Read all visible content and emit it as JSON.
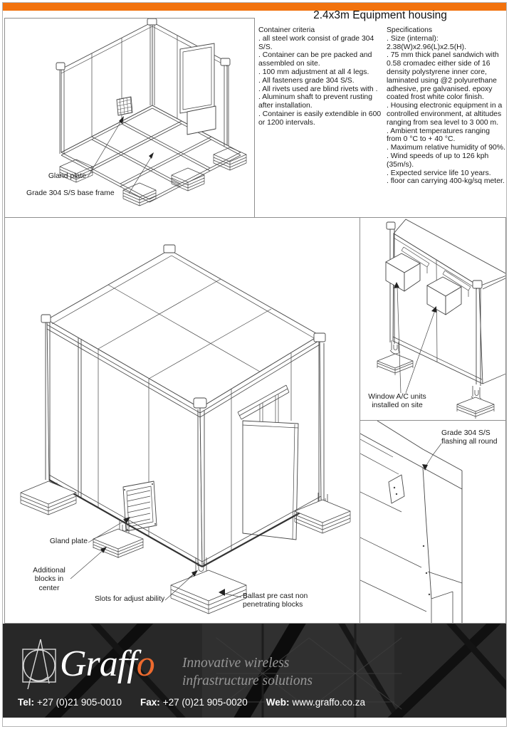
{
  "page": {
    "title": "2.4x3m Equipment housing"
  },
  "criteria": {
    "heading": "Container criteria",
    "items": [
      ". all steel work consist of grade 304 S/S.",
      ". Container can be pre packed and assembled on site.",
      ". 100 mm adjustment at all 4 legs.",
      ". All fasteners grade 304 S/S.",
      ". All rivets used are blind rivets with .",
      ". Aluminum shaft to prevent rusting after installation.",
      ". Container is easily extendible in 600 or 1200 intervals."
    ]
  },
  "specs": {
    "heading": "Specifications",
    "items": [
      ". Size (internal): 2.38(W)x2.96(L)x2.5(H).",
      ". 75 mm thick panel sandwich with 0.58 cromadec either side of 16 density polystyrene inner core, laminated using @2 polyurethane adhesive, pre galvanised. epoxy coated frost white color finish.",
      ". Housing electronic equipment in a controlled environment, at altitudes ranging from sea level to 3 000 m.",
      ". Ambient temperatures ranging from 0 °C to + 40 °C.",
      ". Maximum relative humidity of 90%.",
      ". Wind speeds of up to 126 kph (35m/s).",
      ". Expected service life 10 years.",
      ". floor can carrying 400-kg/sq meter."
    ]
  },
  "base_frame_view": {
    "gland_plate_label": "Gland plate",
    "base_frame_label": "Grade 304 S/S base frame"
  },
  "main_view": {
    "gland_plate_label": "Gland plate",
    "additional_blocks_label": "Additional blocks in center",
    "slots_label": "Slots for adjust ability",
    "ballast_label": "Ballast pre cast non penetrating blocks"
  },
  "ac_view": {
    "label": "Window A/C units installed on site"
  },
  "flashing_view": {
    "label": "Grade 304 S/S flashing all round"
  },
  "footer": {
    "brand_main": "Graff",
    "brand_accent": "o",
    "tagline_line1": "Innovative wireless",
    "tagline_line2": "infrastructure solutions",
    "tel_label": "Tel:",
    "tel_value": "+27 (0)21 905-0010",
    "fax_label": "Fax:",
    "fax_value": "+27 (0)21 905-0020",
    "web_label": "Web:",
    "web_value": "www.graffo.co.za"
  },
  "colors": {
    "accent_orange": "#F2720D",
    "logo_orange": "#ED6A2E"
  }
}
